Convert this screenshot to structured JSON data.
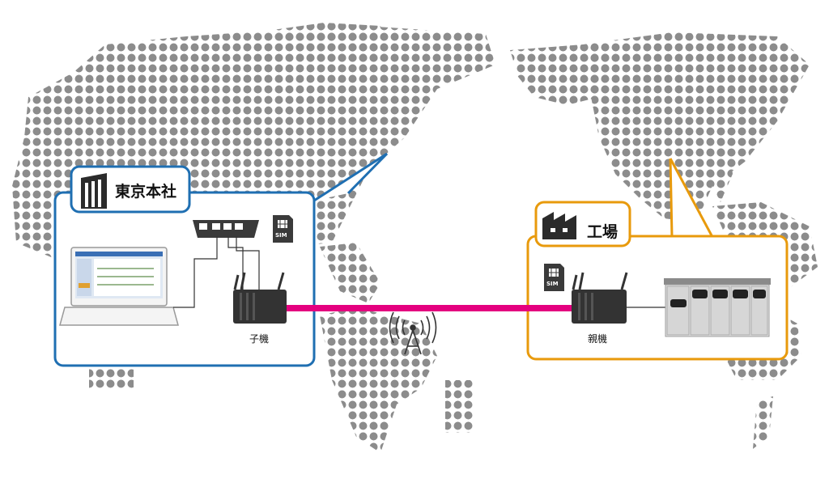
{
  "tokyo_office": {
    "title": "東京本社",
    "accent_color": "#1f6fb2"
  },
  "factory": {
    "title": "工場",
    "accent_color": "#e89a0c"
  },
  "devices": {
    "child_router_label": "子機",
    "parent_router_label": "親機",
    "sim_label": "SIM"
  },
  "link": {
    "color": "#e4007f"
  },
  "map": {
    "dot_color": "#8c8c8c"
  }
}
